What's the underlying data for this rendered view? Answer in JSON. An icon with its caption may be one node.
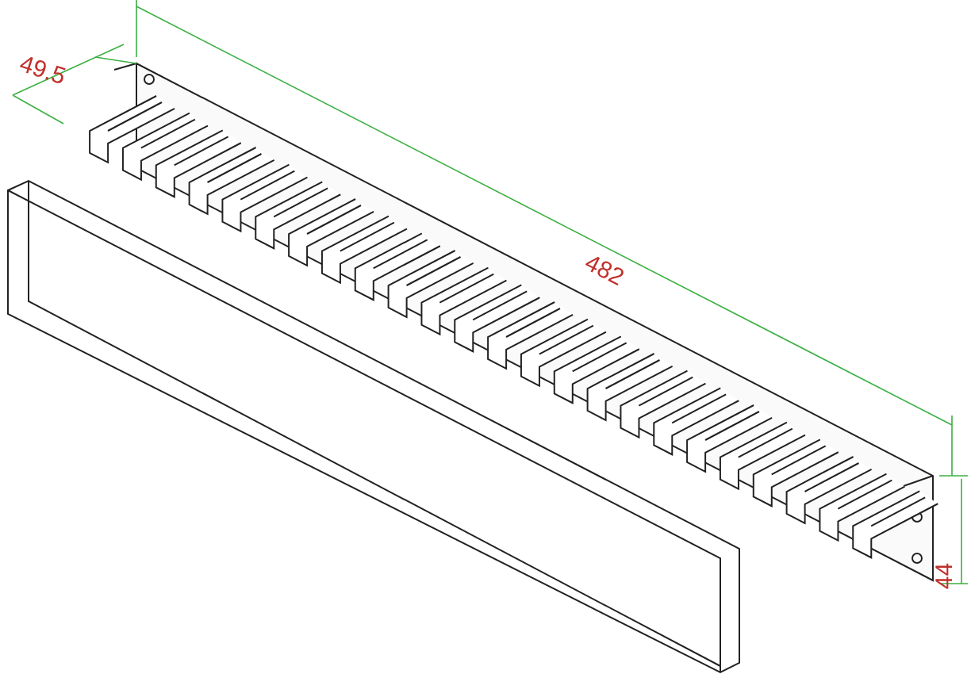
{
  "diagram": {
    "labels": [
      "49.5",
      "482",
      "44"
    ]
  }
}
